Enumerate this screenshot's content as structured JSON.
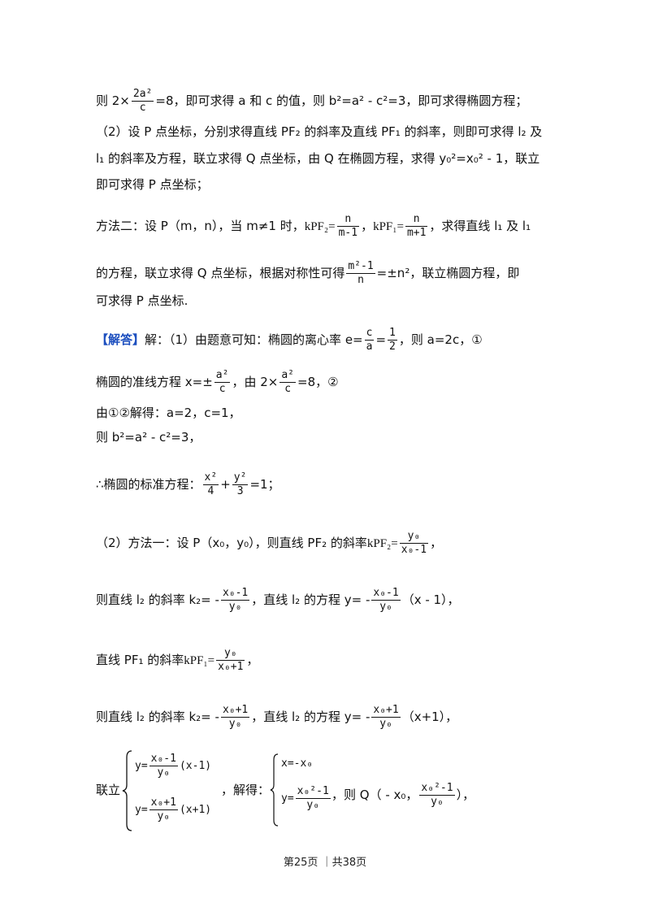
{
  "lines": {
    "l1_a": "则 2×",
    "l1_frac_num": "2a²",
    "l1_frac_den": "c",
    "l1_b": "=8，即可求得 a 和 c 的值，则 b²=a² - c²=3，即可求得椭圆方程；",
    "l2": "（2）设 P 点坐标，分别求得直线 PF₂ 的斜率及直线 PF₁ 的斜率，则即可求得 l₂ 及",
    "l3": "l₁ 的斜率及方程，联立求得 Q 点坐标，由 Q 在椭圆方程，求得 y₀²=x₀² - 1，联立",
    "l4": "即可求得 P 点坐标；",
    "l5_a": "方法二：设 P（m，n），当 m≠1 时，",
    "l5_k1": "kPF₂=",
    "l5_f1_num": "n",
    "l5_f1_den": "m-1",
    "l5_k2": "，kPF₁=",
    "l5_f2_num": "n",
    "l5_f2_den": "m+1",
    "l5_b": "，求得直线 l₁ 及 l₁",
    "l6_a": "的方程，联立求得 Q 点坐标，根据对称性可得",
    "l6_f_num": "m²-1",
    "l6_f_den": "n",
    "l6_b": "=±n²，联立椭圆方程，即",
    "l7": "可求得 P 点坐标.",
    "l8_tag": "【解答】",
    "l8_a": "解：（1）由题意可知：椭圆的离心率 e=",
    "l8_f1_num": "c",
    "l8_f1_den": "a",
    "l8_eq": "=",
    "l8_f2_num": "1",
    "l8_f2_den": "2",
    "l8_b": "，则 a=2c，①",
    "l9_a": "椭圆的准线方程 x=±",
    "l9_f1_num": "a²",
    "l9_f1_den": "c",
    "l9_b": "，由 2×",
    "l9_f2_num": "a²",
    "l9_f2_den": "c",
    "l9_c": "=8，②",
    "l10": "由①②解得：a=2，c=1，",
    "l11": "则 b²=a² - c²=3，",
    "l12_a": "∴椭圆的标准方程：",
    "l12_f1_num": "x²",
    "l12_f1_den": "4",
    "l12_plus": "+",
    "l12_f2_num": "y²",
    "l12_f2_den": "3",
    "l12_b": "=1；",
    "l13_a": "（2）方法一：设 P（x₀，y₀），则直线 PF₂ 的斜率",
    "l13_k": "kPF₂=",
    "l13_f_num": "y₀",
    "l13_f_den": "x₀-1",
    "l13_b": "，",
    "l14_a": "则直线 l₂ 的斜率 k₂= -",
    "l14_f1_num": "x₀-1",
    "l14_f1_den": "y₀",
    "l14_b": "，直线 l₂ 的方程 y= -",
    "l14_f2_num": "x₀-1",
    "l14_f2_den": "y₀",
    "l14_c": "（x - 1），",
    "l15_a": "直线 PF₁ 的斜率",
    "l15_k": "kPF₁=",
    "l15_f_num": "y₀",
    "l15_f_den": "x₀+1",
    "l15_b": "，",
    "l16_a": "则直线 l₂ 的斜率 k₂= -",
    "l16_f1_num": "x₀+1",
    "l16_f1_den": "y₀",
    "l16_b": "，直线 l₂ 的方程 y= -",
    "l16_f2_num": "x₀+1",
    "l16_f2_den": "y₀",
    "l16_c": "（x+1），",
    "l17_a": "联立",
    "sys1_r1_a": "y=",
    "sys1_r1_num": "x₀-1",
    "sys1_r1_den": "y₀",
    "sys1_r1_b": "(x-1)",
    "sys1_r2_a": "y=",
    "sys1_r2_num": "x₀+1",
    "sys1_r2_den": "y₀",
    "sys1_r2_b": "(x+1)",
    "l17_b": "，解得：",
    "sys2_r1": "x=-x₀",
    "sys2_r2_a": "y=",
    "sys2_r2_num": "x₀²-1",
    "sys2_r2_den": "y₀",
    "l17_c": "，则 Q（ - x₀，",
    "l17_f_num": "x₀²-1",
    "l17_f_den": "y₀",
    "l17_d": "），"
  },
  "footer": "第25页 ｜共38页"
}
